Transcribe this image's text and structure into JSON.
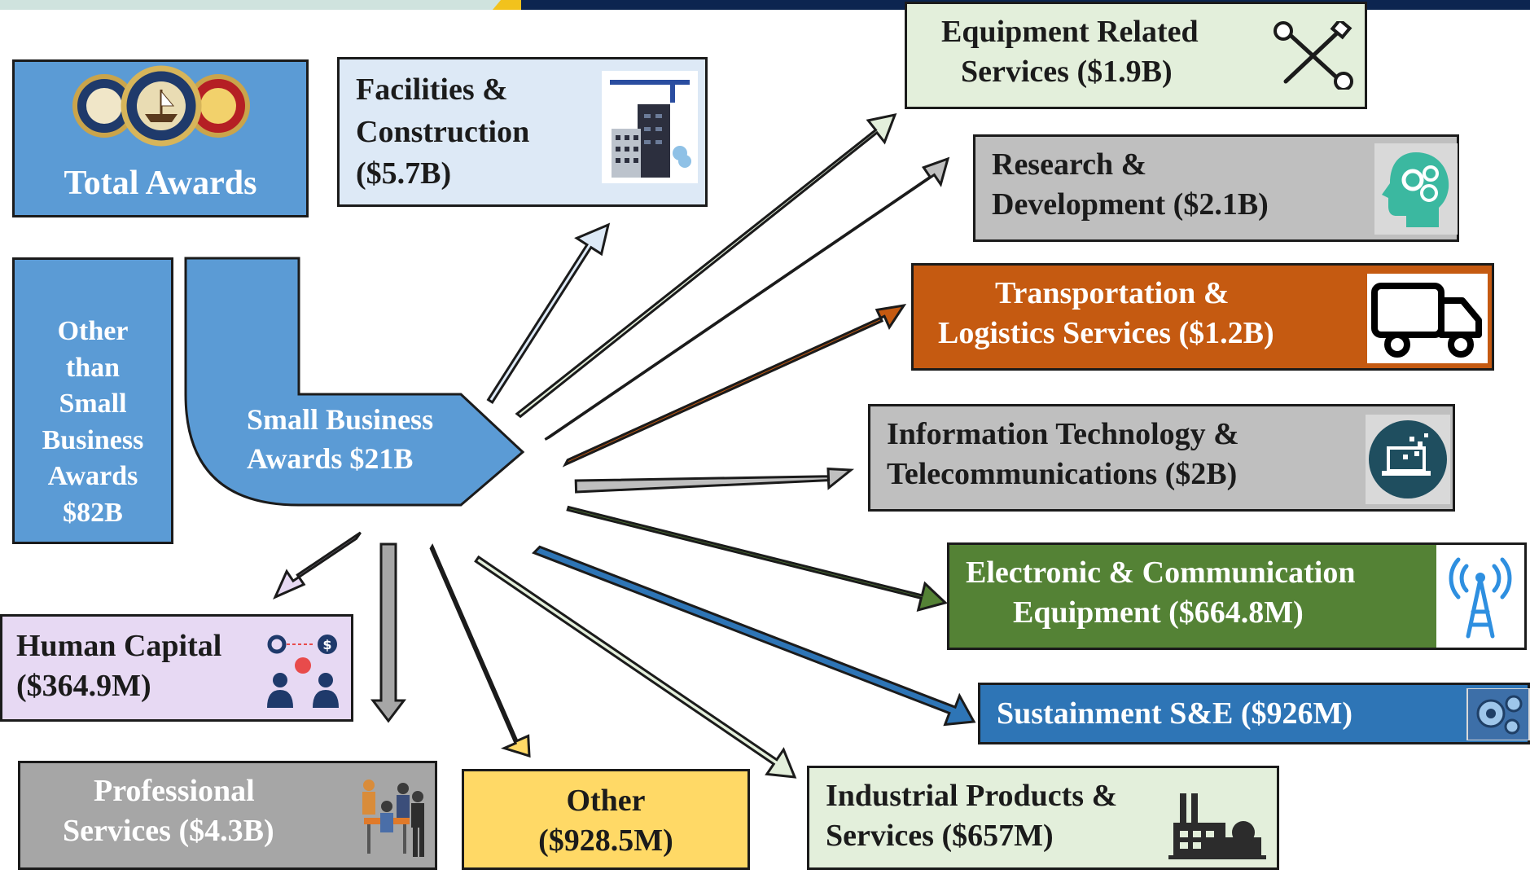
{
  "colors": {
    "navy": "#0c2550",
    "blue": "#5b9bd5",
    "light_blue": "#dde9f6",
    "light_green": "#e3efdb",
    "gray": "#bfbfbf",
    "dark_gray": "#a6a6a6",
    "orange": "#c55a11",
    "green": "#548235",
    "dark_blue": "#2e75b6",
    "lavender": "#e7d9f3",
    "yellow": "#ffd966"
  },
  "total_awards": {
    "label": "Total Awards"
  },
  "other_than_small": {
    "lines": [
      "Other",
      "than",
      "Small",
      "Business",
      "Awards",
      "$82B"
    ]
  },
  "small_business": {
    "line1": "Small Business",
    "line2": "Awards $21B"
  },
  "categories": {
    "facilities": {
      "line1": "Facilities &",
      "line2": "Construction",
      "line3": "($5.7B)",
      "icon": "building-crane-icon"
    },
    "equipment": {
      "line1": "Equipment Related",
      "line2": "Services ($1.9B)",
      "icon": "wrench-screwdriver-icon"
    },
    "research": {
      "line1": "Research &",
      "line2": "Development ($2.1B)",
      "icon": "head-gears-icon"
    },
    "transportation": {
      "line1": "Transportation &",
      "line2": "Logistics Services ($1.2B)",
      "icon": "truck-icon"
    },
    "it": {
      "line1": "Information Technology &",
      "line2": "Telecommunications ($2B)",
      "icon": "laptop-icon"
    },
    "electronic": {
      "line1": "Electronic & Communication",
      "line2": "Equipment ($664.8M)",
      "icon": "radio-tower-icon"
    },
    "sustainment": {
      "line1": "Sustainment S&E ($926M)",
      "icon": "gears-icon"
    },
    "industrial": {
      "line1": "Industrial Products &",
      "line2": "Services ($657M)",
      "icon": "factory-icon"
    },
    "human_capital": {
      "line1": "Human Capital",
      "line2": "($364.9M)",
      "icon": "people-award-icon"
    },
    "professional": {
      "line1": "Professional",
      "line2": "Services ($4.3B)",
      "icon": "team-meeting-icon"
    },
    "other": {
      "line1": "Other",
      "line2": "($928.5M)"
    }
  }
}
